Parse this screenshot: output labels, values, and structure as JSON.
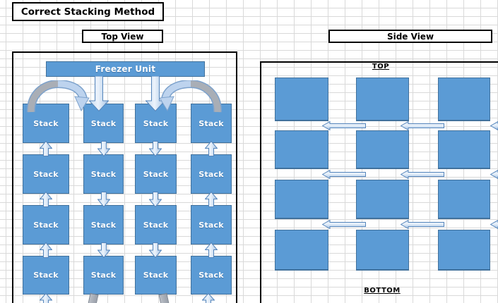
{
  "title": "Correct Stacking Method",
  "section_labels": {
    "top_view": "Top View",
    "side_view": "Side View"
  },
  "top_view_diagram": {
    "freezer_label": "Freezer Unit",
    "stack_label": "Stack",
    "stack_rows": 4,
    "stack_columns": 4,
    "airflow_by_column": [
      "up",
      "down",
      "down",
      "up"
    ]
  },
  "side_view_diagram": {
    "top_label": "TOP",
    "bottom_label": "BOTTOM",
    "box_rows": 4,
    "box_columns": 3,
    "airflow_direction": "left"
  },
  "colors": {
    "shape_fill": "#5b9bd5",
    "shape_border": "#41719c",
    "arrow_fill_light": "#ecf3fb",
    "arrow_fill_mid": "#c4d9ef",
    "arrow_border": "#5585bb",
    "arrow_shadow_gray": "#a9aeb6",
    "gridline": "#d9d9d9",
    "panel_border": "#000000",
    "shape_text": "#ffffff",
    "label_text": "#000000"
  }
}
